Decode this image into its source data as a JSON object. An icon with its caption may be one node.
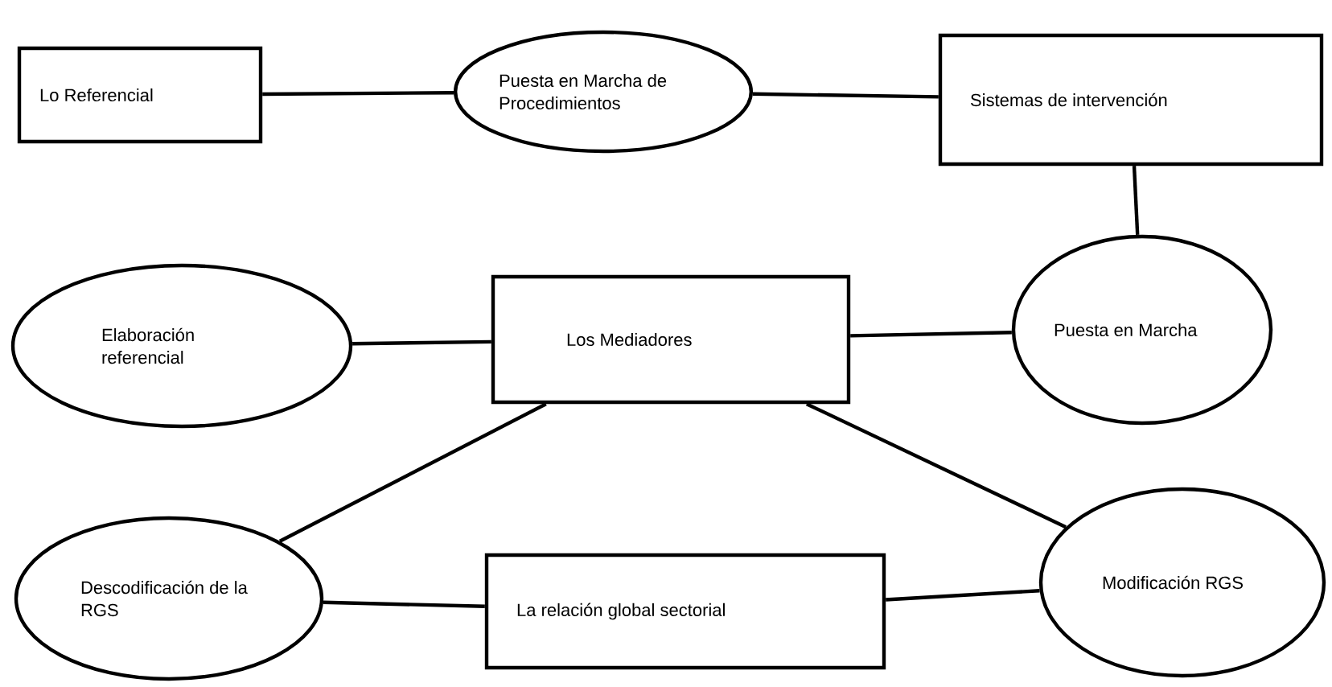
{
  "diagram": {
    "nodes": [
      {
        "text": [
          "Lo Referencial"
        ]
      },
      {
        "text": [
          "Puesta en Marcha de Procedimientos"
        ]
      },
      {
        "text": [
          "Sistemas de intervención"
        ]
      },
      {
        "text": [
          "Puesta en Marcha"
        ]
      },
      {
        "text": [
          "Elaboración referencial"
        ]
      },
      {
        "text": [
          "Los Mediadores"
        ]
      },
      {
        "text": [
          "Descodificación de la RGS"
        ]
      },
      {
        "text": [
          "La relación global sectorial"
        ]
      },
      {
        "text": [
          "Modificación RGS"
        ]
      }
    ],
    "edges": [
      {
        "from": 0,
        "to": 1,
        "arrow": "none"
      },
      {
        "from": 1,
        "to": 2,
        "arrow": "none"
      },
      {
        "from": 2,
        "to": 3,
        "arrow": "none"
      },
      {
        "from": 4,
        "to": 5,
        "arrow": "none"
      },
      {
        "from": 5,
        "to": 3,
        "arrow": "none"
      },
      {
        "from": 5,
        "to": 6,
        "arrow": "none"
      },
      {
        "from": 5,
        "to": 8,
        "arrow": "none"
      },
      {
        "from": 6,
        "to": 7,
        "arrow": "none"
      },
      {
        "from": 7,
        "to": 8,
        "arrow": "none"
      }
    ]
  }
}
